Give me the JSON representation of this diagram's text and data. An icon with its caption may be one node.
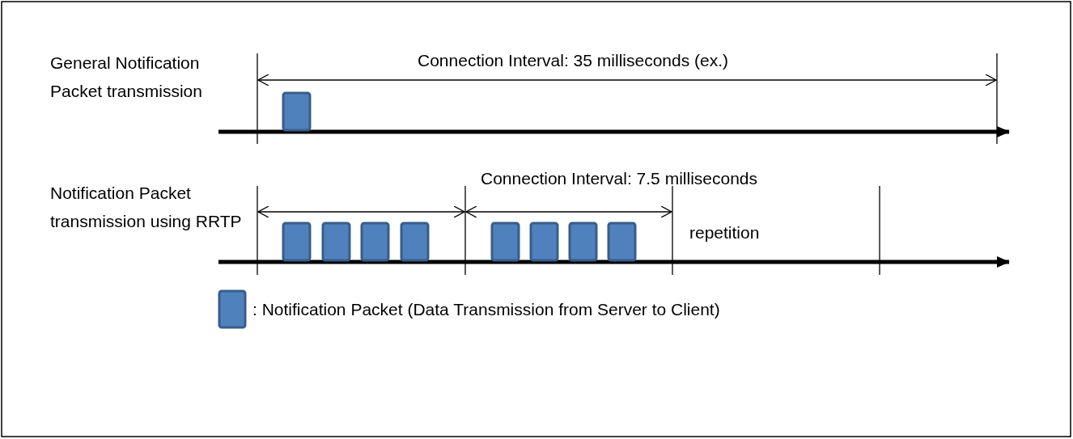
{
  "diagram": {
    "labels": [
      "General Notification Packet transmission",
      "Connection Interval: 35 milliseconds (ex.)",
      "Connection Interval: 7.5 milliseconds",
      "Notification Packet transmission using RRTP",
      "repetition"
    ],
    "legend": [
      {
        "text": ": Notification Packet (Data Transmission from Server to Client)",
        "color": "#4f81bd"
      }
    ]
  }
}
